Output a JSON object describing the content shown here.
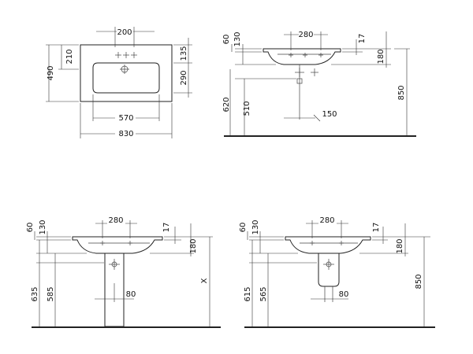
{
  "view1": {
    "top_width": "200",
    "left_depth": "210",
    "overall_depth": "490",
    "right_top": "135",
    "right_depth": "290",
    "inner_width": "570",
    "overall_width": "830"
  },
  "view2": {
    "d60": "60",
    "d130": "130",
    "d280": "280",
    "d17": "17",
    "d180": "180",
    "d620": "620",
    "d510": "510",
    "d150": "150",
    "d850": "850"
  },
  "view3": {
    "d60": "60",
    "d130": "130",
    "d280": "280",
    "d17": "17",
    "d180": "180",
    "d635": "635",
    "d585": "585",
    "d80": "80",
    "dx": "X"
  },
  "view4": {
    "d60": "60",
    "d130": "130",
    "d280": "280",
    "d17": "17",
    "d180": "180",
    "d615": "615",
    "d565": "565",
    "d80": "80",
    "d850": "850"
  }
}
